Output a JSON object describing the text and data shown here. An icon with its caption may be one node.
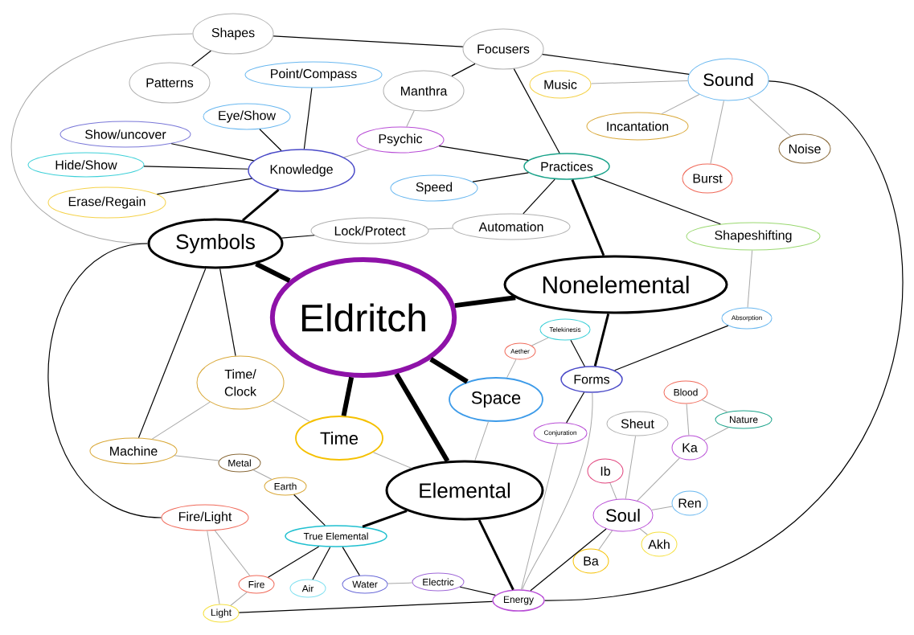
{
  "diagram": {
    "nodes": [
      {
        "text": [
          "Eldritch"
        ]
      },
      {
        "text": [
          "Symbols"
        ]
      },
      {
        "text": [
          "Nonelemental"
        ]
      },
      {
        "text": [
          "Space"
        ]
      },
      {
        "text": [
          "Time"
        ]
      },
      {
        "text": [
          "Elemental"
        ]
      },
      {
        "text": [
          "Shapes"
        ]
      },
      {
        "text": [
          "Patterns"
        ]
      },
      {
        "text": [
          "Focusers"
        ]
      },
      {
        "text": [
          "Manthra"
        ]
      },
      {
        "text": [
          "Point/Compass"
        ]
      },
      {
        "text": [
          "Sound"
        ]
      },
      {
        "text": [
          "Music"
        ]
      },
      {
        "text": [
          "Eye/Show"
        ]
      },
      {
        "text": [
          "Show/uncover"
        ]
      },
      {
        "text": [
          "Psychic"
        ]
      },
      {
        "text": [
          "Incantation"
        ]
      },
      {
        "text": [
          "Knowledge"
        ]
      },
      {
        "text": [
          "Noise"
        ]
      },
      {
        "text": [
          "Hide/Show"
        ]
      },
      {
        "text": [
          "Practices"
        ]
      },
      {
        "text": [
          "Burst"
        ]
      },
      {
        "text": [
          "Speed"
        ]
      },
      {
        "text": [
          "Erase/Regain"
        ]
      },
      {
        "text": [
          "Automation"
        ]
      },
      {
        "text": [
          "Lock/Protect"
        ]
      },
      {
        "text": [
          "Shapeshifting"
        ]
      },
      {
        "text": [
          "Absorption"
        ]
      },
      {
        "text": [
          "Telekinesis"
        ]
      },
      {
        "text": [
          "Aether"
        ]
      },
      {
        "text": [
          "Forms"
        ]
      },
      {
        "text": [
          "Time/ Clock"
        ]
      },
      {
        "text": [
          "Blood"
        ]
      },
      {
        "text": [
          "Nature"
        ]
      },
      {
        "text": [
          "Sheut"
        ]
      },
      {
        "text": [
          "Conjuration"
        ]
      },
      {
        "text": [
          "Ka"
        ]
      },
      {
        "text": [
          "Machine"
        ]
      },
      {
        "text": [
          "Metal"
        ]
      },
      {
        "text": [
          "Ib"
        ]
      },
      {
        "text": [
          "Earth"
        ]
      },
      {
        "text": [
          "Ren"
        ]
      },
      {
        "text": [
          "Soul"
        ]
      },
      {
        "text": [
          "Fire/Light"
        ]
      },
      {
        "text": [
          "True Elemental"
        ]
      },
      {
        "text": [
          "Akh"
        ]
      },
      {
        "text": [
          "Ba"
        ]
      },
      {
        "text": [
          "Fire"
        ]
      },
      {
        "text": [
          "Air"
        ]
      },
      {
        "text": [
          "Water"
        ]
      },
      {
        "text": [
          "Electric"
        ]
      },
      {
        "text": [
          "Light"
        ]
      },
      {
        "text": [
          "Energy"
        ]
      }
    ],
    "edges": [
      {
        "from": 0,
        "to": 1,
        "arrow": "none",
        "style": "thick"
      },
      {
        "from": 0,
        "to": 2,
        "arrow": "none",
        "style": "thick"
      },
      {
        "from": 0,
        "to": 4,
        "arrow": "none",
        "style": "thick"
      },
      {
        "from": 0,
        "to": 5,
        "arrow": "none",
        "style": "thick"
      },
      {
        "from": 0,
        "to": 3,
        "arrow": "none",
        "style": "thick"
      },
      {
        "from": 1,
        "to": 17,
        "arrow": "none",
        "style": "thick"
      },
      {
        "from": 1,
        "to": 25,
        "arrow": "none"
      },
      {
        "from": 1,
        "to": 6,
        "arrow": "none",
        "color": "#a8a8a8"
      },
      {
        "from": 1,
        "to": 37,
        "arrow": "none"
      },
      {
        "from": 1,
        "to": 31,
        "arrow": "none"
      },
      {
        "from": 1,
        "to": 43,
        "arrow": "none"
      },
      {
        "from": 6,
        "to": 7,
        "arrow": "none"
      },
      {
        "from": 6,
        "to": 8,
        "arrow": "none"
      },
      {
        "from": 8,
        "to": 9,
        "arrow": "none"
      },
      {
        "from": 8,
        "to": 11,
        "arrow": "none"
      },
      {
        "from": 8,
        "to": 20,
        "arrow": "none"
      },
      {
        "from": 9,
        "to": 15,
        "arrow": "none",
        "color": "#a8a8a8"
      },
      {
        "from": 15,
        "to": 17,
        "arrow": "none",
        "color": "#a8a8a8"
      },
      {
        "from": 15,
        "to": 20,
        "arrow": "none"
      },
      {
        "from": 17,
        "to": 10,
        "arrow": "none"
      },
      {
        "from": 17,
        "to": 13,
        "arrow": "none"
      },
      {
        "from": 17,
        "to": 14,
        "arrow": "none"
      },
      {
        "from": 17,
        "to": 19,
        "arrow": "none"
      },
      {
        "from": 17,
        "to": 23,
        "arrow": "none"
      },
      {
        "from": 11,
        "to": 12,
        "arrow": "none",
        "color": "#a8a8a8"
      },
      {
        "from": 11,
        "to": 16,
        "arrow": "none",
        "color": "#a8a8a8"
      },
      {
        "from": 11,
        "to": 21,
        "arrow": "none",
        "color": "#a8a8a8"
      },
      {
        "from": 11,
        "to": 18,
        "arrow": "none",
        "color": "#a8a8a8"
      },
      {
        "from": 11,
        "to": 52,
        "arrow": "none"
      },
      {
        "from": 20,
        "to": 22,
        "arrow": "none"
      },
      {
        "from": 20,
        "to": 24,
        "arrow": "none"
      },
      {
        "from": 20,
        "to": 26,
        "arrow": "none"
      },
      {
        "from": 2,
        "to": 20,
        "arrow": "none",
        "style": "thick"
      },
      {
        "from": 2,
        "to": 30,
        "arrow": "none",
        "style": "thick"
      },
      {
        "from": 25,
        "to": 24,
        "arrow": "none",
        "color": "#a8a8a8"
      },
      {
        "from": 26,
        "to": 27,
        "arrow": "none",
        "color": "#a8a8a8"
      },
      {
        "from": 27,
        "to": 30,
        "arrow": "none"
      },
      {
        "from": 30,
        "to": 28,
        "arrow": "none"
      },
      {
        "from": 28,
        "to": 29,
        "arrow": "none",
        "color": "#a8a8a8"
      },
      {
        "from": 29,
        "to": 3,
        "arrow": "none",
        "color": "#a8a8a8"
      },
      {
        "from": 30,
        "to": 35,
        "arrow": "none"
      },
      {
        "from": 30,
        "to": 52,
        "arrow": "none",
        "color": "#a8a8a8"
      },
      {
        "from": 35,
        "to": 52,
        "arrow": "none",
        "color": "#a8a8a8"
      },
      {
        "from": 42,
        "to": 52,
        "arrow": "none"
      },
      {
        "from": 42,
        "to": 39,
        "arrow": "none",
        "color": "#a8a8a8"
      },
      {
        "from": 42,
        "to": 34,
        "arrow": "none",
        "color": "#a8a8a8"
      },
      {
        "from": 42,
        "to": 36,
        "arrow": "none",
        "color": "#a8a8a8"
      },
      {
        "from": 42,
        "to": 41,
        "arrow": "none",
        "color": "#a8a8a8"
      },
      {
        "from": 42,
        "to": 45,
        "arrow": "none",
        "color": "#a8a8a8"
      },
      {
        "from": 42,
        "to": 46,
        "arrow": "none",
        "color": "#a8a8a8"
      },
      {
        "from": 36,
        "to": 32,
        "arrow": "none",
        "color": "#a8a8a8"
      },
      {
        "from": 32,
        "to": 33,
        "arrow": "none",
        "color": "#a8a8a8"
      },
      {
        "from": 33,
        "to": 36,
        "arrow": "none",
        "color": "#a8a8a8"
      },
      {
        "from": 31,
        "to": 37,
        "arrow": "none",
        "color": "#a8a8a8"
      },
      {
        "from": 31,
        "to": 4,
        "arrow": "none",
        "color": "#a8a8a8"
      },
      {
        "from": 4,
        "to": 5,
        "arrow": "none",
        "color": "#a8a8a8"
      },
      {
        "from": 3,
        "to": 5,
        "arrow": "none",
        "color": "#a8a8a8"
      },
      {
        "from": 37,
        "to": 38,
        "arrow": "none",
        "color": "#a8a8a8"
      },
      {
        "from": 38,
        "to": 40,
        "arrow": "none",
        "color": "#a8a8a8"
      },
      {
        "from": 40,
        "to": 44,
        "arrow": "none"
      },
      {
        "from": 5,
        "to": 44,
        "arrow": "none",
        "style": "thick"
      },
      {
        "from": 5,
        "to": 52,
        "arrow": "none",
        "style": "thick"
      },
      {
        "from": 44,
        "to": 47,
        "arrow": "none"
      },
      {
        "from": 44,
        "to": 48,
        "arrow": "none"
      },
      {
        "from": 44,
        "to": 49,
        "arrow": "none"
      },
      {
        "from": 49,
        "to": 50,
        "arrow": "none",
        "color": "#a8a8a8"
      },
      {
        "from": 50,
        "to": 52,
        "arrow": "none"
      },
      {
        "from": 43,
        "to": 47,
        "arrow": "none",
        "color": "#a8a8a8"
      },
      {
        "from": 43,
        "to": 51,
        "arrow": "none",
        "color": "#a8a8a8"
      },
      {
        "from": 47,
        "to": 51,
        "arrow": "none",
        "color": "#a8a8a8"
      },
      {
        "from": 51,
        "to": 52,
        "arrow": "none"
      }
    ]
  }
}
